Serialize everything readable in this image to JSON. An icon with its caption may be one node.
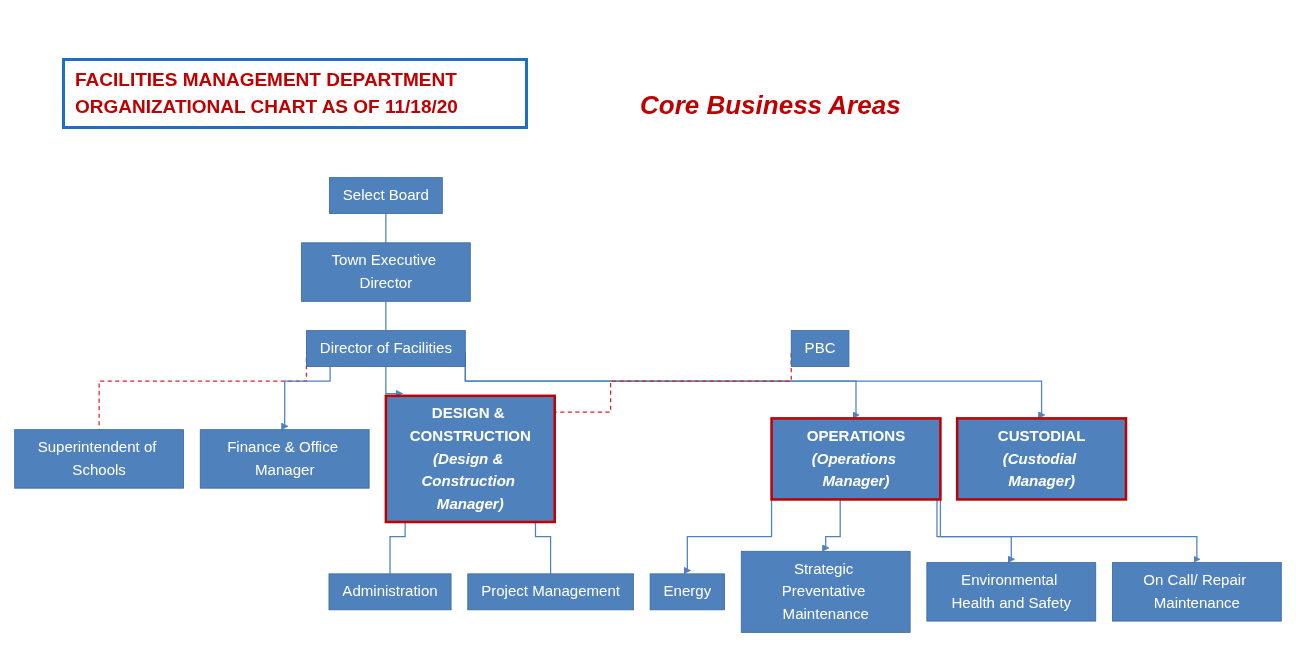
{
  "diagram": {
    "title": "FACILITIES MANAGEMENT DEPARTMENT ORGANIZATIONAL CHART AS OF 11/18/20",
    "nodes": [
      {
        "text": [
          "Select Board"
        ]
      },
      {
        "text": [
          "Town Executive Director"
        ]
      },
      {
        "text": [
          "Superintendent of Schools"
        ]
      },
      {
        "text": [
          "Director of Facilities"
        ]
      },
      {
        "text": [
          "Finance & Office Manager"
        ]
      },
      {
        "text": [
          "PBC"
        ]
      },
      {
        "text": [
          "DESIGN & CONSTRUCTION",
          "(Design & Construction Manager)"
        ]
      },
      {
        "text": [
          "OPERATIONS",
          "(Operations Manager)"
        ]
      },
      {
        "text": [
          "CUSTODIAL",
          "(Custodial Manager)"
        ]
      },
      {
        "text": [
          "Administration"
        ]
      },
      {
        "text": [
          "Project Management"
        ]
      },
      {
        "text": [
          "Energy"
        ]
      },
      {
        "text": [
          "Strategic Preventative Maintenance"
        ]
      },
      {
        "text": [
          "Environmental Health and Safety"
        ]
      },
      {
        "text": [
          "On Call/ Repair Maintenance"
        ]
      }
    ],
    "edges": [
      {
        "from": 0,
        "to": 1,
        "arrow": "none"
      },
      {
        "from": 1,
        "to": 3,
        "arrow": "none"
      },
      {
        "from": 3,
        "to": 2,
        "arrow": "none",
        "style": "dashed",
        "color": "#e02020"
      },
      {
        "from": 3,
        "to": 4,
        "arrow": "to"
      },
      {
        "from": 3,
        "to": 6,
        "arrow": "to"
      },
      {
        "from": 3,
        "to": 7,
        "arrow": "to"
      },
      {
        "from": 3,
        "to": 8,
        "arrow": "to"
      },
      {
        "from": 5,
        "to": 6,
        "arrow": "none",
        "style": "dashed",
        "color": "#e02020"
      },
      {
        "from": 6,
        "to": 9,
        "arrow": "none"
      },
      {
        "from": 6,
        "to": 10,
        "arrow": "none"
      },
      {
        "from": 7,
        "to": 11,
        "arrow": "to"
      },
      {
        "from": 7,
        "to": 12,
        "arrow": "to"
      },
      {
        "from": 7,
        "to": 13,
        "arrow": "to"
      },
      {
        "from": 7,
        "to": 14,
        "arrow": "to"
      }
    ],
    "labels": [
      "Core Business Areas"
    ]
  }
}
